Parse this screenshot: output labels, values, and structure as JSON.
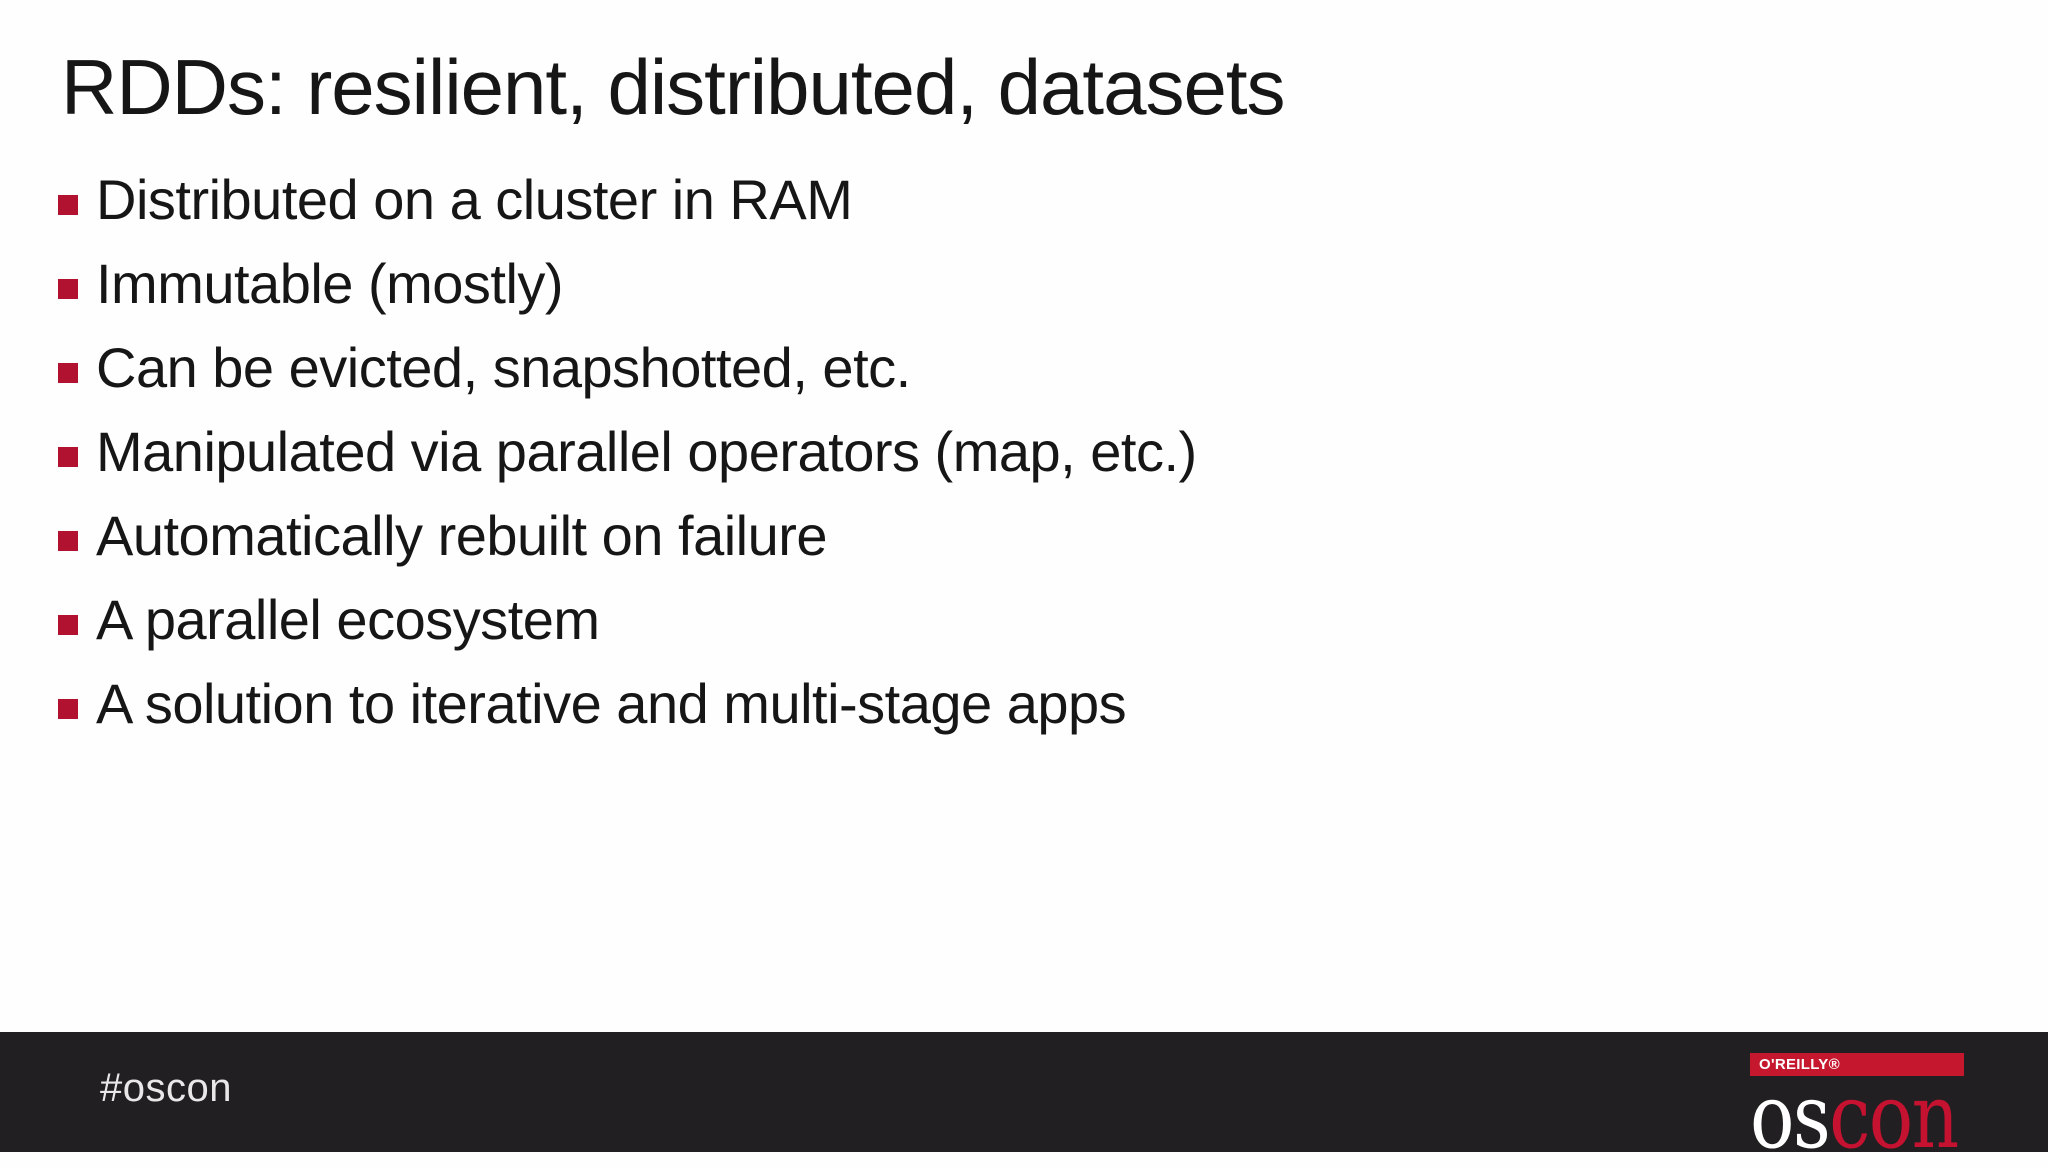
{
  "slide": {
    "title": "RDDs: resilient, distributed, datasets",
    "bullets": [
      "Distributed on a cluster in RAM",
      "Immutable (mostly)",
      "Can be evicted, snapshotted, etc.",
      "Manipulated via parallel operators (map, etc.)",
      "Automatically rebuilt on failure",
      "A parallel ecosystem",
      "A solution to iterative and multi-stage apps"
    ]
  },
  "footer": {
    "hashtag": "#oscon",
    "logo": {
      "brand": "O'REILLY®",
      "name_white": "os",
      "name_red": "con"
    }
  },
  "colors": {
    "background": "#fefefe",
    "text": "#161616",
    "bullet_red": "#b0122f",
    "footer_bg": "#211f21",
    "footer_text": "#e9e7e8",
    "logo_bar_red": "#c5182f",
    "logo_red": "#c41230"
  }
}
